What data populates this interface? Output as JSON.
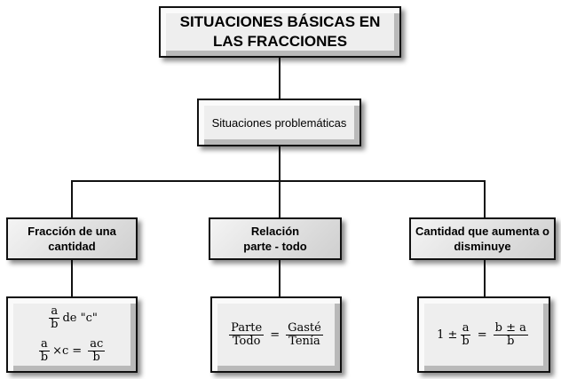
{
  "diagram": {
    "title": "SITUACIONES BÁSICAS EN LAS FRACCIONES",
    "subtitle": "Situaciones problemáticas",
    "categories": [
      {
        "label_line1": "Fracción de una",
        "label_line2": "cantidad"
      },
      {
        "label_line1": "Relación",
        "label_line2": "parte - todo"
      },
      {
        "label_line1": "Cantidad que aumenta o",
        "label_line2": "disminuye"
      }
    ],
    "formulas": {
      "f1": {
        "row1_num": "a",
        "row1_den": "b",
        "row1_suffix": "de \"c\"",
        "row2_num": "a",
        "row2_den": "b",
        "row2_times": "×c",
        "row2_eq": "=",
        "row2_rnum": "ac",
        "row2_rden": "b"
      },
      "f2": {
        "left_num": "Parte",
        "left_den": "Todo",
        "eq": "=",
        "right_num": "Gasté",
        "right_den": "Tenía"
      },
      "f3": {
        "prefix": "1 ±",
        "num": "a",
        "den": "b",
        "eq": "=",
        "rnum": "b ± a",
        "rden": "b"
      }
    }
  }
}
